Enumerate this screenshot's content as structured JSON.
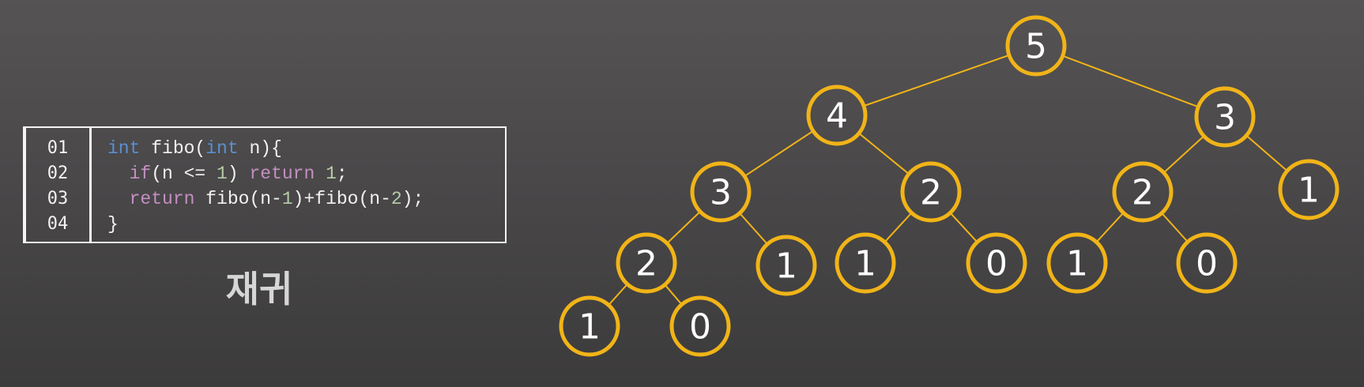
{
  "code": {
    "line_numbers": [
      "01",
      "02",
      "03",
      "04"
    ],
    "lines": [
      [
        {
          "t": "int",
          "c": "kw-type"
        },
        {
          "t": " fibo(",
          "c": "plain"
        },
        {
          "t": "int",
          "c": "kw-type"
        },
        {
          "t": " n){",
          "c": "plain"
        }
      ],
      [
        {
          "t": "  ",
          "c": "plain"
        },
        {
          "t": "if",
          "c": "kw-ctrl"
        },
        {
          "t": "(n <= ",
          "c": "plain"
        },
        {
          "t": "1",
          "c": "num"
        },
        {
          "t": ") ",
          "c": "plain"
        },
        {
          "t": "return",
          "c": "kw-ctrl"
        },
        {
          "t": " ",
          "c": "plain"
        },
        {
          "t": "1",
          "c": "num"
        },
        {
          "t": ";",
          "c": "plain"
        }
      ],
      [
        {
          "t": "  ",
          "c": "plain"
        },
        {
          "t": "return",
          "c": "kw-ctrl"
        },
        {
          "t": " fibo(n-",
          "c": "plain"
        },
        {
          "t": "1",
          "c": "num"
        },
        {
          "t": ")+fibo(n-",
          "c": "plain"
        },
        {
          "t": "2",
          "c": "num"
        },
        {
          "t": ");",
          "c": "plain"
        }
      ],
      [
        {
          "t": "}",
          "c": "plain"
        }
      ]
    ]
  },
  "caption": "재귀",
  "colors": {
    "node_border": "#f1b418",
    "edge": "#f1b418"
  },
  "tree": {
    "nodes": [
      {
        "id": "n0",
        "label": "5"
      },
      {
        "id": "n1",
        "label": "4"
      },
      {
        "id": "n2",
        "label": "3"
      },
      {
        "id": "n3",
        "label": "3"
      },
      {
        "id": "n4",
        "label": "2"
      },
      {
        "id": "n5",
        "label": "2"
      },
      {
        "id": "n6",
        "label": "1"
      },
      {
        "id": "n7",
        "label": "2"
      },
      {
        "id": "n8",
        "label": "1"
      },
      {
        "id": "n9",
        "label": "1"
      },
      {
        "id": "n10",
        "label": "0"
      },
      {
        "id": "n11",
        "label": "1"
      },
      {
        "id": "n12",
        "label": "0"
      },
      {
        "id": "n13",
        "label": "1"
      },
      {
        "id": "n14",
        "label": "0"
      }
    ],
    "edges": [
      [
        "n0",
        "n1"
      ],
      [
        "n0",
        "n2"
      ],
      [
        "n1",
        "n3"
      ],
      [
        "n1",
        "n4"
      ],
      [
        "n2",
        "n5"
      ],
      [
        "n2",
        "n6"
      ],
      [
        "n3",
        "n7"
      ],
      [
        "n3",
        "n8"
      ],
      [
        "n4",
        "n9"
      ],
      [
        "n4",
        "n10"
      ],
      [
        "n5",
        "n11"
      ],
      [
        "n5",
        "n12"
      ],
      [
        "n7",
        "n13"
      ],
      [
        "n7",
        "n14"
      ]
    ]
  }
}
